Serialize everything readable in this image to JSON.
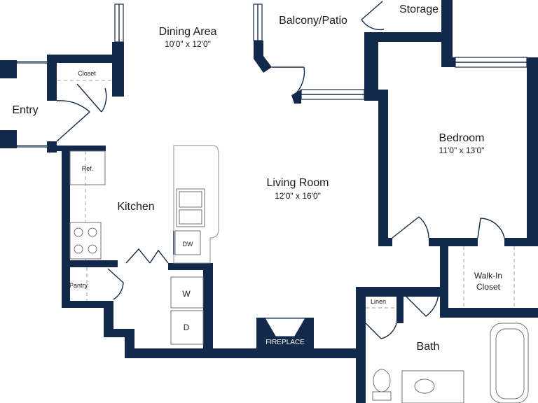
{
  "rooms": {
    "storage": {
      "name": "Storage"
    },
    "balcony": {
      "name": "Balcony/Patio"
    },
    "dining": {
      "name": "Dining Area",
      "size": "10'0\" x 12'0\""
    },
    "closet": {
      "name": "Closet"
    },
    "entry": {
      "name": "Entry"
    },
    "bedroom": {
      "name": "Bedroom",
      "size": "11'0\" x 13'0\""
    },
    "living": {
      "name": "Living Room",
      "size": "12'0\" x 16'0\""
    },
    "kitchen": {
      "name": "Kitchen"
    },
    "walkin": {
      "line1": "Walk-In",
      "line2": "Closet"
    },
    "pantry": {
      "name": "Pantry"
    },
    "linen": {
      "name": "Linen"
    },
    "bath": {
      "name": "Bath"
    }
  },
  "fixtures": {
    "refrigerator": "Ref.",
    "dishwasher": "DW",
    "washer": "W",
    "dryer": "D",
    "fireplace": "FIREPLACE"
  },
  "colors": {
    "wall": "#13294b",
    "background": "#ffffff"
  }
}
